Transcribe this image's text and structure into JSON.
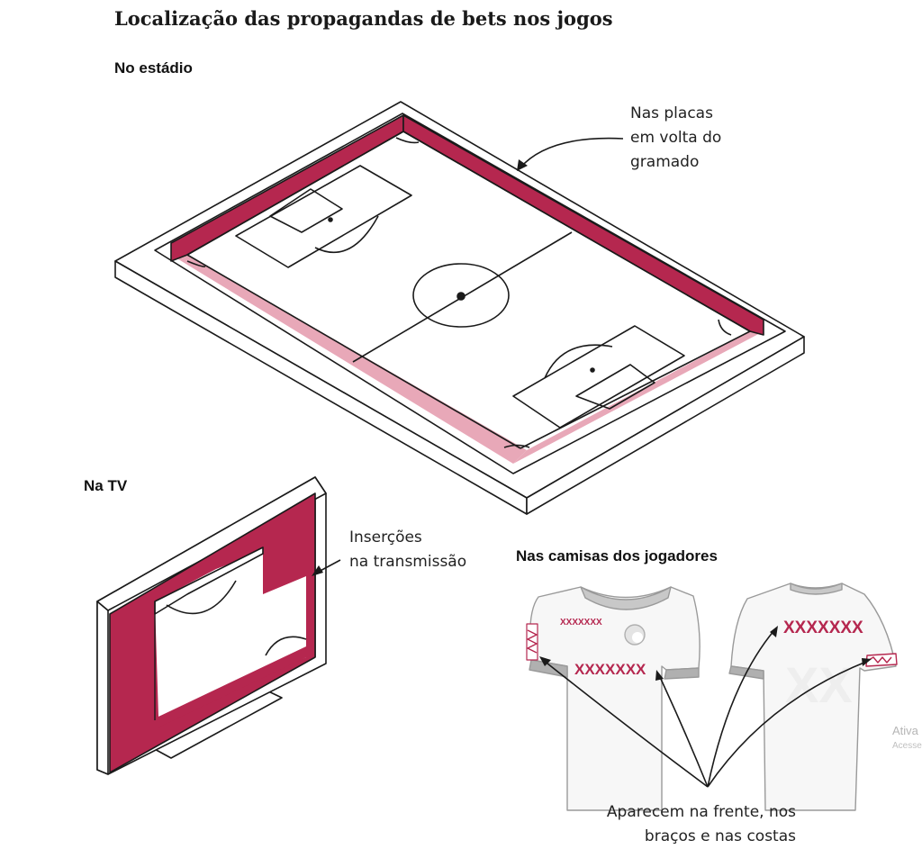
{
  "title": "Localização das propagandas de bets nos jogos",
  "sections": {
    "stadium": "No estádio",
    "tv": "Na TV",
    "shirts": "Nas camisas dos jogadores"
  },
  "annotations": {
    "stadium": [
      "Nas placas",
      "em volta do",
      "gramado"
    ],
    "tv": [
      "Inserções",
      "na transmissão"
    ],
    "shirts": [
      "Aparecem na frente, nos",
      "braços e nas costas"
    ]
  },
  "shirt_labels": {
    "front_chest_small": "XXXXXXX",
    "front_chest_big": "XXXXXXX",
    "back_top": "XXXXXXX",
    "back_number": "XX"
  },
  "watermark": [
    "Ativa",
    "Acesse"
  ],
  "colors": {
    "ad_red": "#b5274f",
    "ad_pink": "#e8a8b8",
    "line": "#1a1a1a",
    "shirt_trim": "#b0b0b0"
  }
}
